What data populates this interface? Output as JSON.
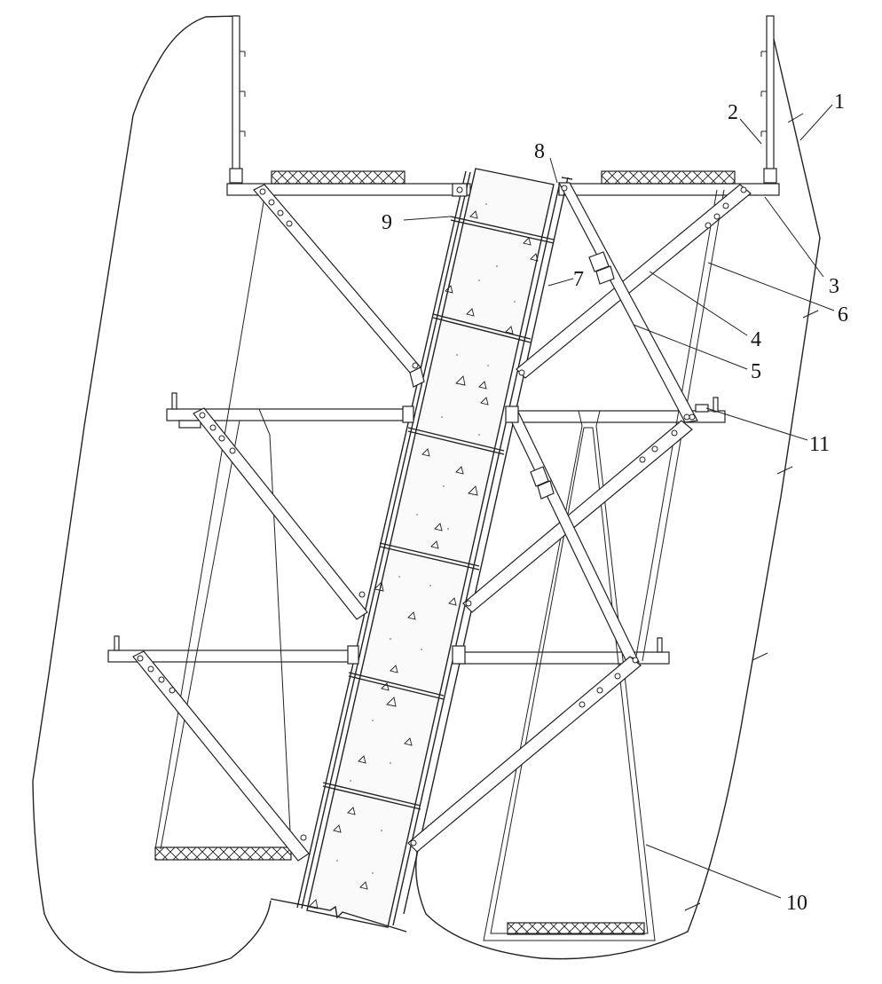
{
  "labels": {
    "l1": "1",
    "l2": "2",
    "l3": "3",
    "l4": "4",
    "l5": "5",
    "l6": "6",
    "l7": "7",
    "l8": "8",
    "l9": "9",
    "l10": "10",
    "l11": "11"
  }
}
